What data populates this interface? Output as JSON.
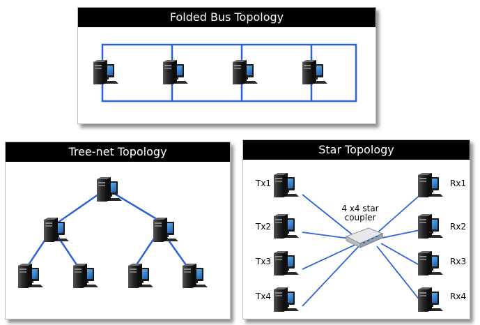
{
  "colors": {
    "link": "#2b63d6",
    "title_bar": "#000000",
    "title_text": "#ffffff",
    "computer_body": "#1c1c1c",
    "monitor_screen": "#1f7fcf"
  },
  "icons": {
    "computer": "desktop-computer-icon",
    "coupler": "star-coupler-icon"
  },
  "folded_bus": {
    "title": "Folded Bus Topology",
    "computer_count": 4
  },
  "tree_net": {
    "title": "Tree-net Topology",
    "levels": [
      1,
      2,
      4
    ]
  },
  "star": {
    "title": "Star Topology",
    "coupler_label_line1": "4 x4 star",
    "coupler_label_line2": "coupler",
    "transmitters": [
      "Tx1",
      "Tx2",
      "Tx3",
      "Tx4"
    ],
    "receivers": [
      "Rx1",
      "Rx2",
      "Rx3",
      "Rx4"
    ]
  }
}
